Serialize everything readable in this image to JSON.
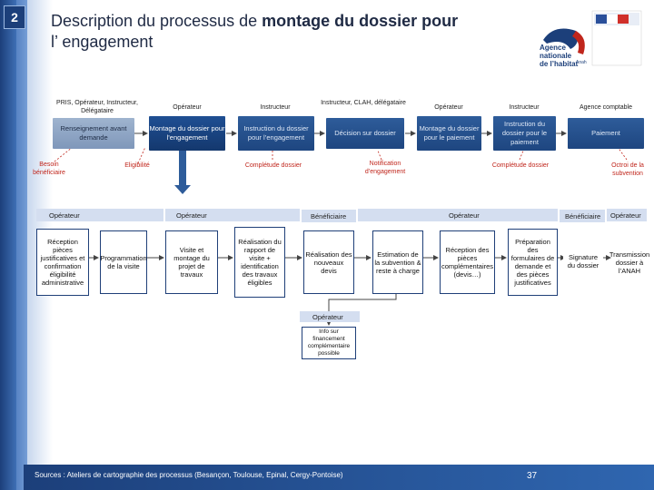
{
  "slide": {
    "number": "2"
  },
  "title": {
    "plain": "Description du processus de ",
    "bold": "montage du dossier pour",
    "line2": "l’ engagement"
  },
  "logo": {
    "agency_line1": "Agence",
    "agency_line2": "nationale",
    "agency_line3": "de l’habitat",
    "anah": "Anah"
  },
  "top_roles": [
    "PRIS, Opérateur, Instructeur, Délégataire",
    "Opérateur",
    "Instructeur",
    "Instructeur, CLAH, délégataire",
    "Opérateur",
    "Instructeur",
    "Agence comptable"
  ],
  "top_steps": [
    "Renseignement avant demande",
    "Montage du dossier pour l’engagement",
    "Instruction du dossier pour l’engagement",
    "Décision sur dossier",
    "Montage du dossier pour le paiement",
    "Instruction du dossier pour le paiement",
    "Paiement"
  ],
  "top_annotations": {
    "besoin": "Besoin bénéficiaire",
    "eligibilite": "Eligibilité",
    "complete1": "Complétude dossier",
    "notification": "Notification d’engagement",
    "complete2": "Complétude dossier",
    "octroi": "Octroi de la subvention"
  },
  "detail_roles": {
    "op1": "Opérateur",
    "op2": "Opérateur",
    "benef1": "Bénéficiaire",
    "op3": "Opérateur",
    "benef2": "Bénéficiaire",
    "op4": "Opérateur"
  },
  "detail_steps": [
    "Réception pièces justificatives et confirmation éligibilité administrative",
    "Programmation de la visite",
    "Visite et montage du projet de travaux",
    "Réalisation du rapport de visite + identification des travaux éligibles",
    "Réalisation des nouveaux devis",
    "Estimation de la subvention & reste à charge",
    "Réception des pièces complémentaires (devis…)",
    "Préparation des formulaires de demande et des pièces justificatives",
    "Signature du dossier",
    "Transmission dossier à l’ANAH"
  ],
  "sub_role": "Opérateur",
  "sub_step": "Info sur financement complémentaire possible",
  "footer": {
    "sources": "Sources : Ateliers de cartographie des processus (Besançon, Toulouse, Epinal, Cergy-Pontoise)",
    "page": "37"
  }
}
